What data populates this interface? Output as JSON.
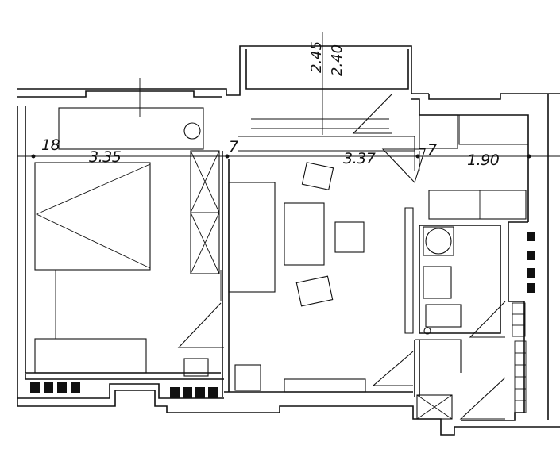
{
  "dimensions": {
    "left_wall": "18",
    "bedroom_width": "3.35",
    "partition_1": "7",
    "living_width": "3.37",
    "partition_2": "7",
    "right_width": "1.90",
    "balcony_depth_a": "2.45",
    "balcony_depth_b": "2.40"
  }
}
